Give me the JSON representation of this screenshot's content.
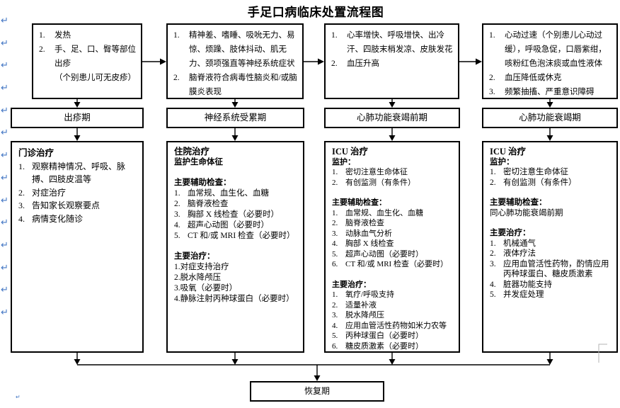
{
  "title": "手足口病临床处置流程图",
  "paragraph_mark": "↵",
  "recovery": "恢复期",
  "columns": [
    {
      "symptoms": [
        {
          "num": "1.",
          "text": "发热"
        },
        {
          "num": "2.",
          "text": "手、足、口、臀等部位出疹\n（个别患儿可无皮疹）"
        }
      ],
      "stage": "出疹期",
      "treatment": {
        "title": "门诊治疗",
        "items": [
          {
            "num": "1.",
            "text": "观察精神情况、呼吸、脉搏、四肢皮温等"
          },
          {
            "num": "2.",
            "text": "对症治疗"
          },
          {
            "num": "3.",
            "text": "告知家长观察要点"
          },
          {
            "num": "4.",
            "text": "病情变化随诊"
          }
        ]
      }
    },
    {
      "symptoms": [
        {
          "num": "1.",
          "text": "精神差、嗜睡、吸吮无力、易惊、烦躁、肢体抖动、肌无力、颈项强直等神经系统症状"
        },
        {
          "num": "2.",
          "text": "脑脊液符合病毒性脑炎和/或脑膜炎表现"
        }
      ],
      "stage": "神经系统受累期",
      "treatment": {
        "title": "住院治疗",
        "subtitle": "监护生命体征",
        "exam_title": "主要辅助检查：",
        "exam_items": [
          {
            "num": "1.",
            "text": "血常规、血生化、血糖"
          },
          {
            "num": "2.",
            "text": "脑脊液检查"
          },
          {
            "num": "3.",
            "text": "胸部 X 线检查（必要时）"
          },
          {
            "num": "4.",
            "text": "超声心动图（必要时）"
          },
          {
            "num": "5.",
            "text": "CT 和/或 MRI 检查（必要时）"
          }
        ],
        "treat_title": "主要治疗：",
        "treat_items": [
          "1.对症支持治疗",
          "2.脱水降颅压",
          "3.吸氧（必要时）",
          "4.静脉注射丙种球蛋白（必要时）"
        ]
      }
    },
    {
      "symptoms": [
        {
          "num": "1.",
          "text": "心率增快、呼吸增快、出冷汗、四肢末梢发凉、皮肤发花"
        },
        {
          "num": "2.",
          "text": "血压升高"
        }
      ],
      "stage": "心肺功能衰竭前期",
      "treatment": {
        "title": "ICU 治疗",
        "monitor_title": "监护：",
        "monitor_items": [
          {
            "num": "1.",
            "text": "密切注意生命体征"
          },
          {
            "num": "2.",
            "text": "有创监测（有条件）"
          }
        ],
        "exam_title": "主要辅助检查：",
        "exam_items": [
          {
            "num": "1.",
            "text": "血常规、血生化、血糖"
          },
          {
            "num": "2.",
            "text": "脑脊液检查"
          },
          {
            "num": "3.",
            "text": "动脉血气分析"
          },
          {
            "num": "4.",
            "text": "胸部 X 线检查"
          },
          {
            "num": "5.",
            "text": "超声心动图（必要时）"
          },
          {
            "num": "6.",
            "text": "CT 和/或 MRI 检查（必要时）"
          }
        ],
        "treat_title": "主要治疗：",
        "treat_items": [
          {
            "num": "1.",
            "text": "氧疗/呼吸支持"
          },
          {
            "num": "2.",
            "text": "适量补液"
          },
          {
            "num": "3.",
            "text": "脱水降颅压"
          },
          {
            "num": "4.",
            "text": "应用血管活性药物如米力农等"
          },
          {
            "num": "5.",
            "text": "丙种球蛋白（必要时）"
          },
          {
            "num": "6.",
            "text": "糖皮质激素（必要时）"
          }
        ]
      }
    },
    {
      "symptoms": [
        {
          "num": "1.",
          "text": "心动过速（个别患儿心动过缓），呼吸急促，口唇紫绀，咳粉红色泡沫痰或血性液体"
        },
        {
          "num": "2.",
          "text": "血压降低或休克"
        },
        {
          "num": "3.",
          "text": "频繁抽搐、严重意识障碍"
        }
      ],
      "stage": "心肺功能衰竭期",
      "treatment": {
        "title": "ICU 治疗",
        "monitor_title": "监护：",
        "monitor_items": [
          {
            "num": "1.",
            "text": "密切注意生命体征"
          },
          {
            "num": "2.",
            "text": "有创监测（有条件）"
          }
        ],
        "exam_title": "主要辅助检查：",
        "exam_note": "同心肺功能衰竭前期",
        "treat_title": "主要治疗：",
        "treat_items": [
          {
            "num": "1.",
            "text": "机械通气"
          },
          {
            "num": "2.",
            "text": "液体疗法"
          },
          {
            "num": "3.",
            "text": "应用血管活性药物，酌情应用丙种球蛋白、糖皮质激素"
          },
          {
            "num": "4.",
            "text": "脏器功能支持"
          },
          {
            "num": "5.",
            "text": "并发症处理"
          }
        ]
      }
    }
  ]
}
